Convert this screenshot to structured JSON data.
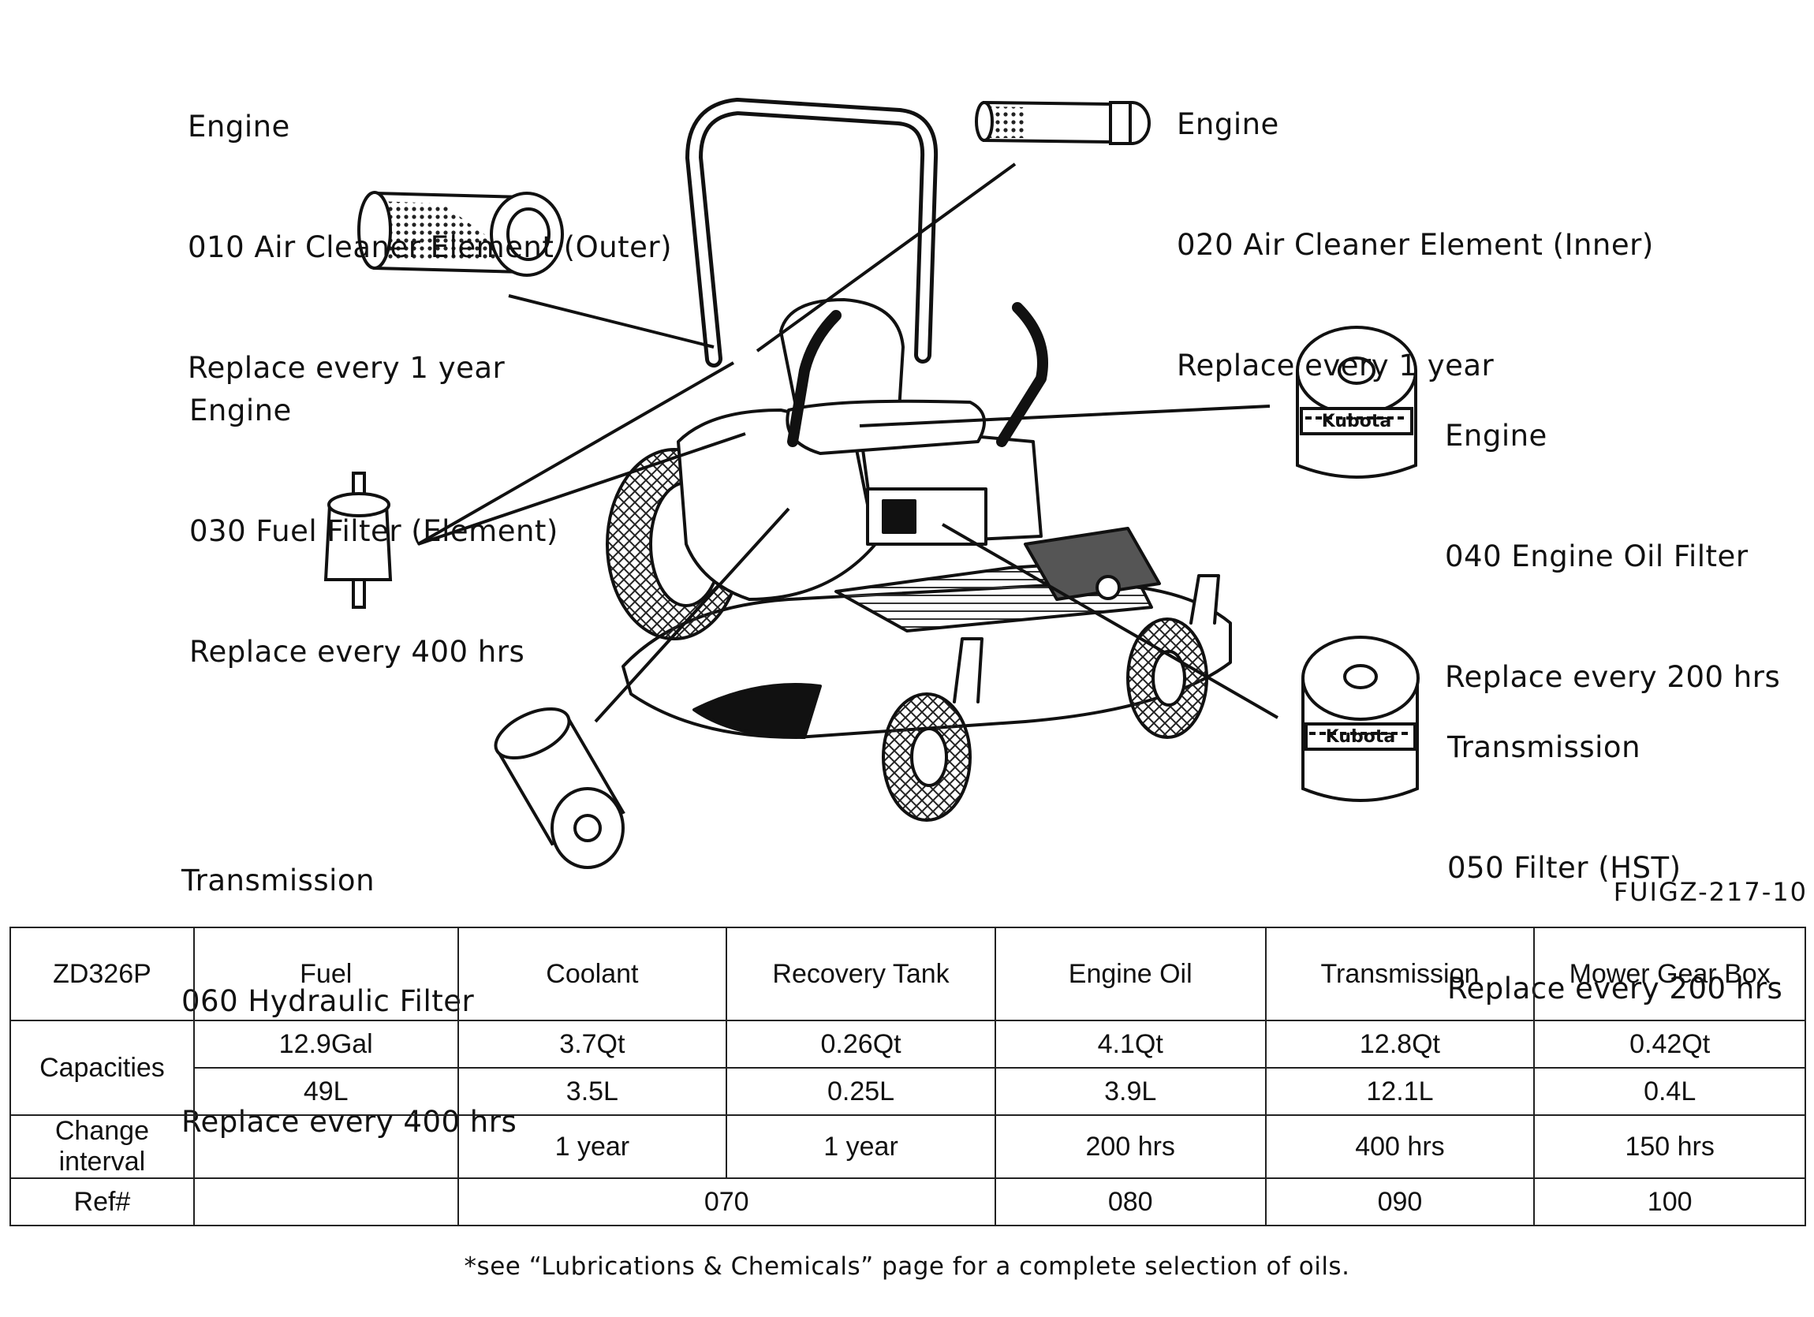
{
  "callouts": [
    {
      "section": "Engine",
      "part": "010 Air Cleaner Element (Outer)",
      "interval": "Replace every 1 year"
    },
    {
      "section": "Engine",
      "part": "020 Air Cleaner Element (Inner)",
      "interval": "Replace every 1 year"
    },
    {
      "section": "Engine",
      "part": "030 Fuel Filter (Element)",
      "interval": "Replace every 400 hrs"
    },
    {
      "section": "Engine",
      "part": "040 Engine Oil Filter",
      "interval": "Replace every 200 hrs"
    },
    {
      "section": "Transmission",
      "part": "050 Filter (HST)",
      "interval": "Replace every 200 hrs"
    },
    {
      "section": "Transmission",
      "part": "060 Hydraulic Filter",
      "interval": "Replace every 400 hrs"
    }
  ],
  "filter_brand": "Kubota",
  "figure_code": "FUIGZ-217-10",
  "table": {
    "model": "ZD326P",
    "columns": [
      "Fuel",
      "Coolant",
      "Recovery Tank",
      "Engine Oil",
      "Transmission",
      "Mower Gear Box"
    ],
    "capacities_label": "Capacities",
    "capacities_us": [
      "12.9Gal",
      "3.7Qt",
      "0.26Qt",
      "4.1Qt",
      "12.8Qt",
      "0.42Qt"
    ],
    "capacities_metric": [
      "49L",
      "3.5L",
      "0.25L",
      "3.9L",
      "12.1L",
      "0.4L"
    ],
    "interval_label": "Change interval",
    "intervals": [
      "",
      "1 year",
      "1 year",
      "200 hrs",
      "400 hrs",
      "150 hrs"
    ],
    "ref_label": "Ref#",
    "refs": [
      "",
      "070",
      "080",
      "090",
      "100"
    ]
  },
  "footnote": "*see “Lubrications & Chemicals” page for a complete selection of oils."
}
